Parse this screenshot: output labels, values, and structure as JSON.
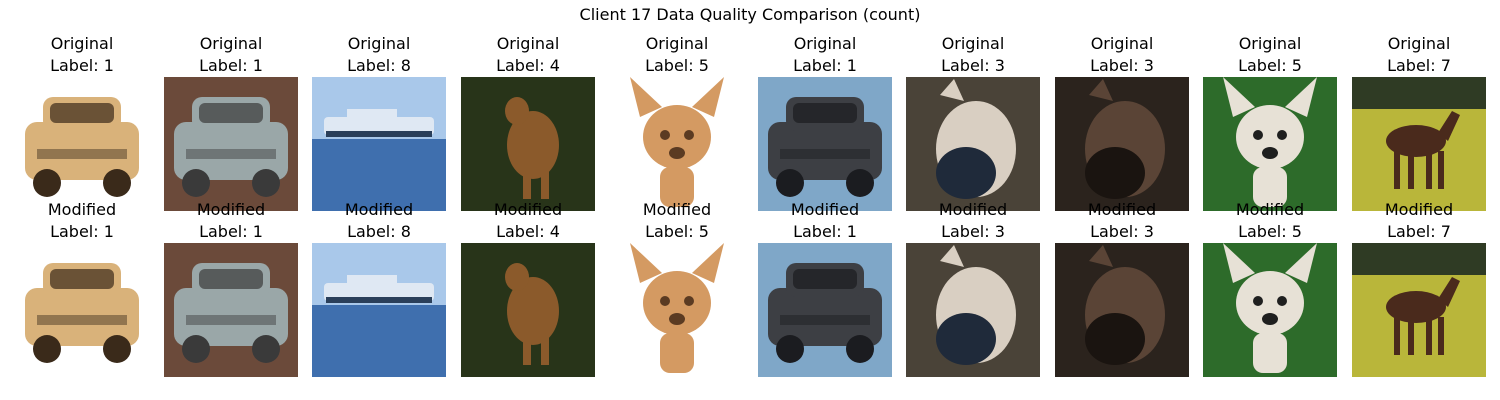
{
  "figure": {
    "title": "Client 17 Data Quality Comparison (count)"
  },
  "rows": [
    {
      "row_label": "Original",
      "panels": [
        {
          "title": "Original",
          "label_text": "Label: 1",
          "subject": "car",
          "colors": {
            "bg": "#ffffff",
            "main": "#d9b27a",
            "dark": "#3a2a1a"
          }
        },
        {
          "title": "Original",
          "label_text": "Label: 1",
          "subject": "car",
          "colors": {
            "bg": "#6b4a3a",
            "main": "#9aa7a8",
            "dark": "#3a3a3a"
          }
        },
        {
          "title": "Original",
          "label_text": "Label: 8",
          "subject": "ship",
          "colors": {
            "bg": "#a9c8ea",
            "main": "#dfe8f3",
            "dark": "#3f6fae"
          }
        },
        {
          "title": "Original",
          "label_text": "Label: 4",
          "subject": "deer",
          "colors": {
            "bg": "#2e3a1e",
            "main": "#8b5a2b",
            "dark": "#1e2a12"
          }
        },
        {
          "title": "Original",
          "label_text": "Label: 5",
          "subject": "dog",
          "colors": {
            "bg": "#ffffff",
            "main": "#d49a62",
            "dark": "#5b3b22"
          }
        },
        {
          "title": "Original",
          "label_text": "Label: 1",
          "subject": "car",
          "colors": {
            "bg": "#7fa7c8",
            "main": "#3d3f44",
            "dark": "#1b1c20"
          }
        },
        {
          "title": "Original",
          "label_text": "Label: 3",
          "subject": "cat",
          "colors": {
            "bg": "#4a4338",
            "main": "#d9cfc2",
            "dark": "#1f2a3a"
          }
        },
        {
          "title": "Original",
          "label_text": "Label: 3",
          "subject": "cat",
          "colors": {
            "bg": "#2b231d",
            "main": "#5a4436",
            "dark": "#1a1410"
          }
        },
        {
          "title": "Original",
          "label_text": "Label: 5",
          "subject": "dog",
          "colors": {
            "bg": "#2d6b2a",
            "main": "#e7e1d6",
            "dark": "#1f1f1f"
          }
        },
        {
          "title": "Original",
          "label_text": "Label: 7",
          "subject": "horse",
          "colors": {
            "bg": "#b9b63a",
            "main": "#4a2a1c",
            "dark": "#2f3b24"
          }
        }
      ]
    },
    {
      "row_label": "Modified",
      "panels": [
        {
          "title": "Modified",
          "label_text": "Label: 1",
          "subject": "car",
          "colors": {
            "bg": "#ffffff",
            "main": "#d9b27a",
            "dark": "#3a2a1a"
          }
        },
        {
          "title": "Modified",
          "label_text": "Label: 1",
          "subject": "car",
          "colors": {
            "bg": "#6b4a3a",
            "main": "#9aa7a8",
            "dark": "#3a3a3a"
          }
        },
        {
          "title": "Modified",
          "label_text": "Label: 8",
          "subject": "ship",
          "colors": {
            "bg": "#a9c8ea",
            "main": "#dfe8f3",
            "dark": "#3f6fae"
          }
        },
        {
          "title": "Modified",
          "label_text": "Label: 4",
          "subject": "deer",
          "colors": {
            "bg": "#2e3a1e",
            "main": "#8b5a2b",
            "dark": "#1e2a12"
          }
        },
        {
          "title": "Modified",
          "label_text": "Label: 5",
          "subject": "dog",
          "colors": {
            "bg": "#ffffff",
            "main": "#d49a62",
            "dark": "#5b3b22"
          }
        },
        {
          "title": "Modified",
          "label_text": "Label: 1",
          "subject": "car",
          "colors": {
            "bg": "#7fa7c8",
            "main": "#3d3f44",
            "dark": "#1b1c20"
          }
        },
        {
          "title": "Modified",
          "label_text": "Label: 3",
          "subject": "cat",
          "colors": {
            "bg": "#4a4338",
            "main": "#d9cfc2",
            "dark": "#1f2a3a"
          }
        },
        {
          "title": "Modified",
          "label_text": "Label: 3",
          "subject": "cat",
          "colors": {
            "bg": "#2b231d",
            "main": "#5a4436",
            "dark": "#1a1410"
          }
        },
        {
          "title": "Modified",
          "label_text": "Label: 5",
          "subject": "dog",
          "colors": {
            "bg": "#2d6b2a",
            "main": "#e7e1d6",
            "dark": "#1f1f1f"
          }
        },
        {
          "title": "Modified",
          "label_text": "Label: 7",
          "subject": "horse",
          "colors": {
            "bg": "#b9b63a",
            "main": "#4a2a1c",
            "dark": "#2f3b24"
          }
        }
      ]
    }
  ]
}
